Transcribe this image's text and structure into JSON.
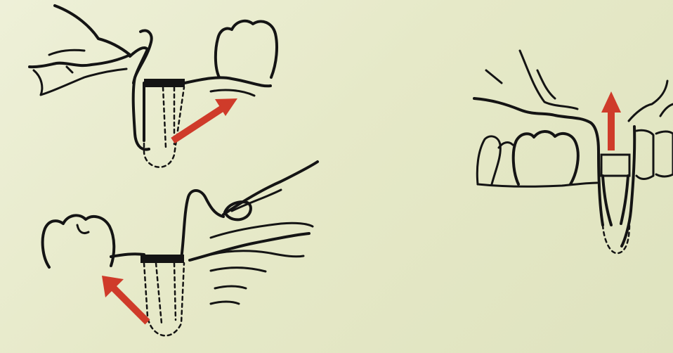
{
  "figure": {
    "panels": [
      {
        "name": "upper-left-extraction",
        "arrow_direction": "up-right"
      },
      {
        "name": "lower-left-extraction",
        "arrow_direction": "up-left"
      },
      {
        "name": "right-extraction",
        "arrow_direction": "up"
      }
    ],
    "colors": {
      "background": "#e8ebce",
      "ink": "#141414",
      "arrow": "#cf3b2a"
    },
    "icons": [
      "elevator-instrument",
      "molar-tooth",
      "tooth-root-outline",
      "direction-arrow"
    ]
  }
}
